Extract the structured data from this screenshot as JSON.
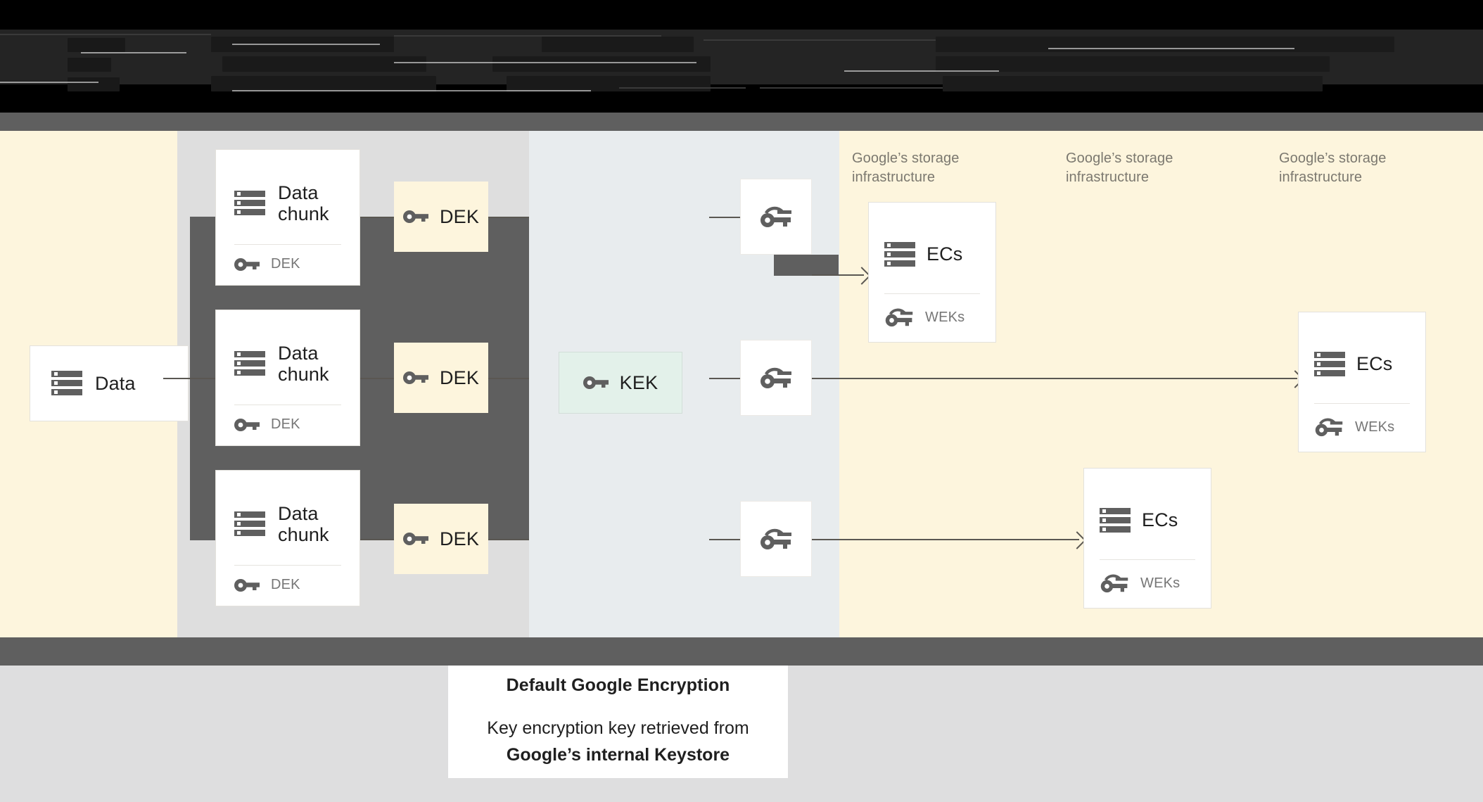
{
  "diagram": {
    "title_caption": {
      "title": "Default Google Encryption",
      "line1": "Key encryption key retrieved from",
      "line2": "Google’s internal Keystore"
    },
    "source": {
      "label": "Data",
      "icon": "storage-icon"
    },
    "chunks": [
      {
        "title_line1": "Data",
        "title_line2": "chunk",
        "key_label": "DEK",
        "icon": "storage-icon",
        "key_icon": "key-icon"
      },
      {
        "title_line1": "Data",
        "title_line2": "chunk",
        "key_label": "DEK",
        "icon": "storage-icon",
        "key_icon": "key-icon"
      },
      {
        "title_line1": "Data",
        "title_line2": "chunk",
        "key_label": "DEK",
        "icon": "storage-icon",
        "key_icon": "key-icon"
      }
    ],
    "deks": [
      {
        "label": "DEK",
        "icon": "key-icon"
      },
      {
        "label": "DEK",
        "icon": "key-icon"
      },
      {
        "label": "DEK",
        "icon": "key-icon"
      }
    ],
    "kek": {
      "label": "KEK",
      "icon": "key-icon"
    },
    "wrapped_keys": [
      {
        "icon": "wrapped-key-icon"
      },
      {
        "icon": "wrapped-key-icon"
      },
      {
        "icon": "wrapped-key-icon"
      }
    ],
    "infra_labels": [
      "Google’s storage infrastructure",
      "Google’s storage infrastructure",
      "Google’s storage infrastructure"
    ],
    "ec_cards": [
      {
        "title": "ECs",
        "key_label": "WEKs",
        "icon": "storage-icon",
        "key_icon": "wrapped-key-icon"
      },
      {
        "title": "ECs",
        "key_label": "WEKs",
        "icon": "storage-icon",
        "key_icon": "wrapped-key-icon"
      },
      {
        "title": "ECs",
        "key_label": "WEKs",
        "icon": "storage-icon",
        "key_icon": "wrapped-key-icon"
      }
    ],
    "colors": {
      "cream": "#fdf5dd",
      "gray": "#dedede",
      "bluegray": "#e8ecee",
      "dark_frame": "#5f5f5f",
      "kek_green": "#e3f1ea",
      "icon_gray": "#5f5f5f",
      "line": "#5a5752",
      "muted_text": "#7b786f"
    }
  }
}
